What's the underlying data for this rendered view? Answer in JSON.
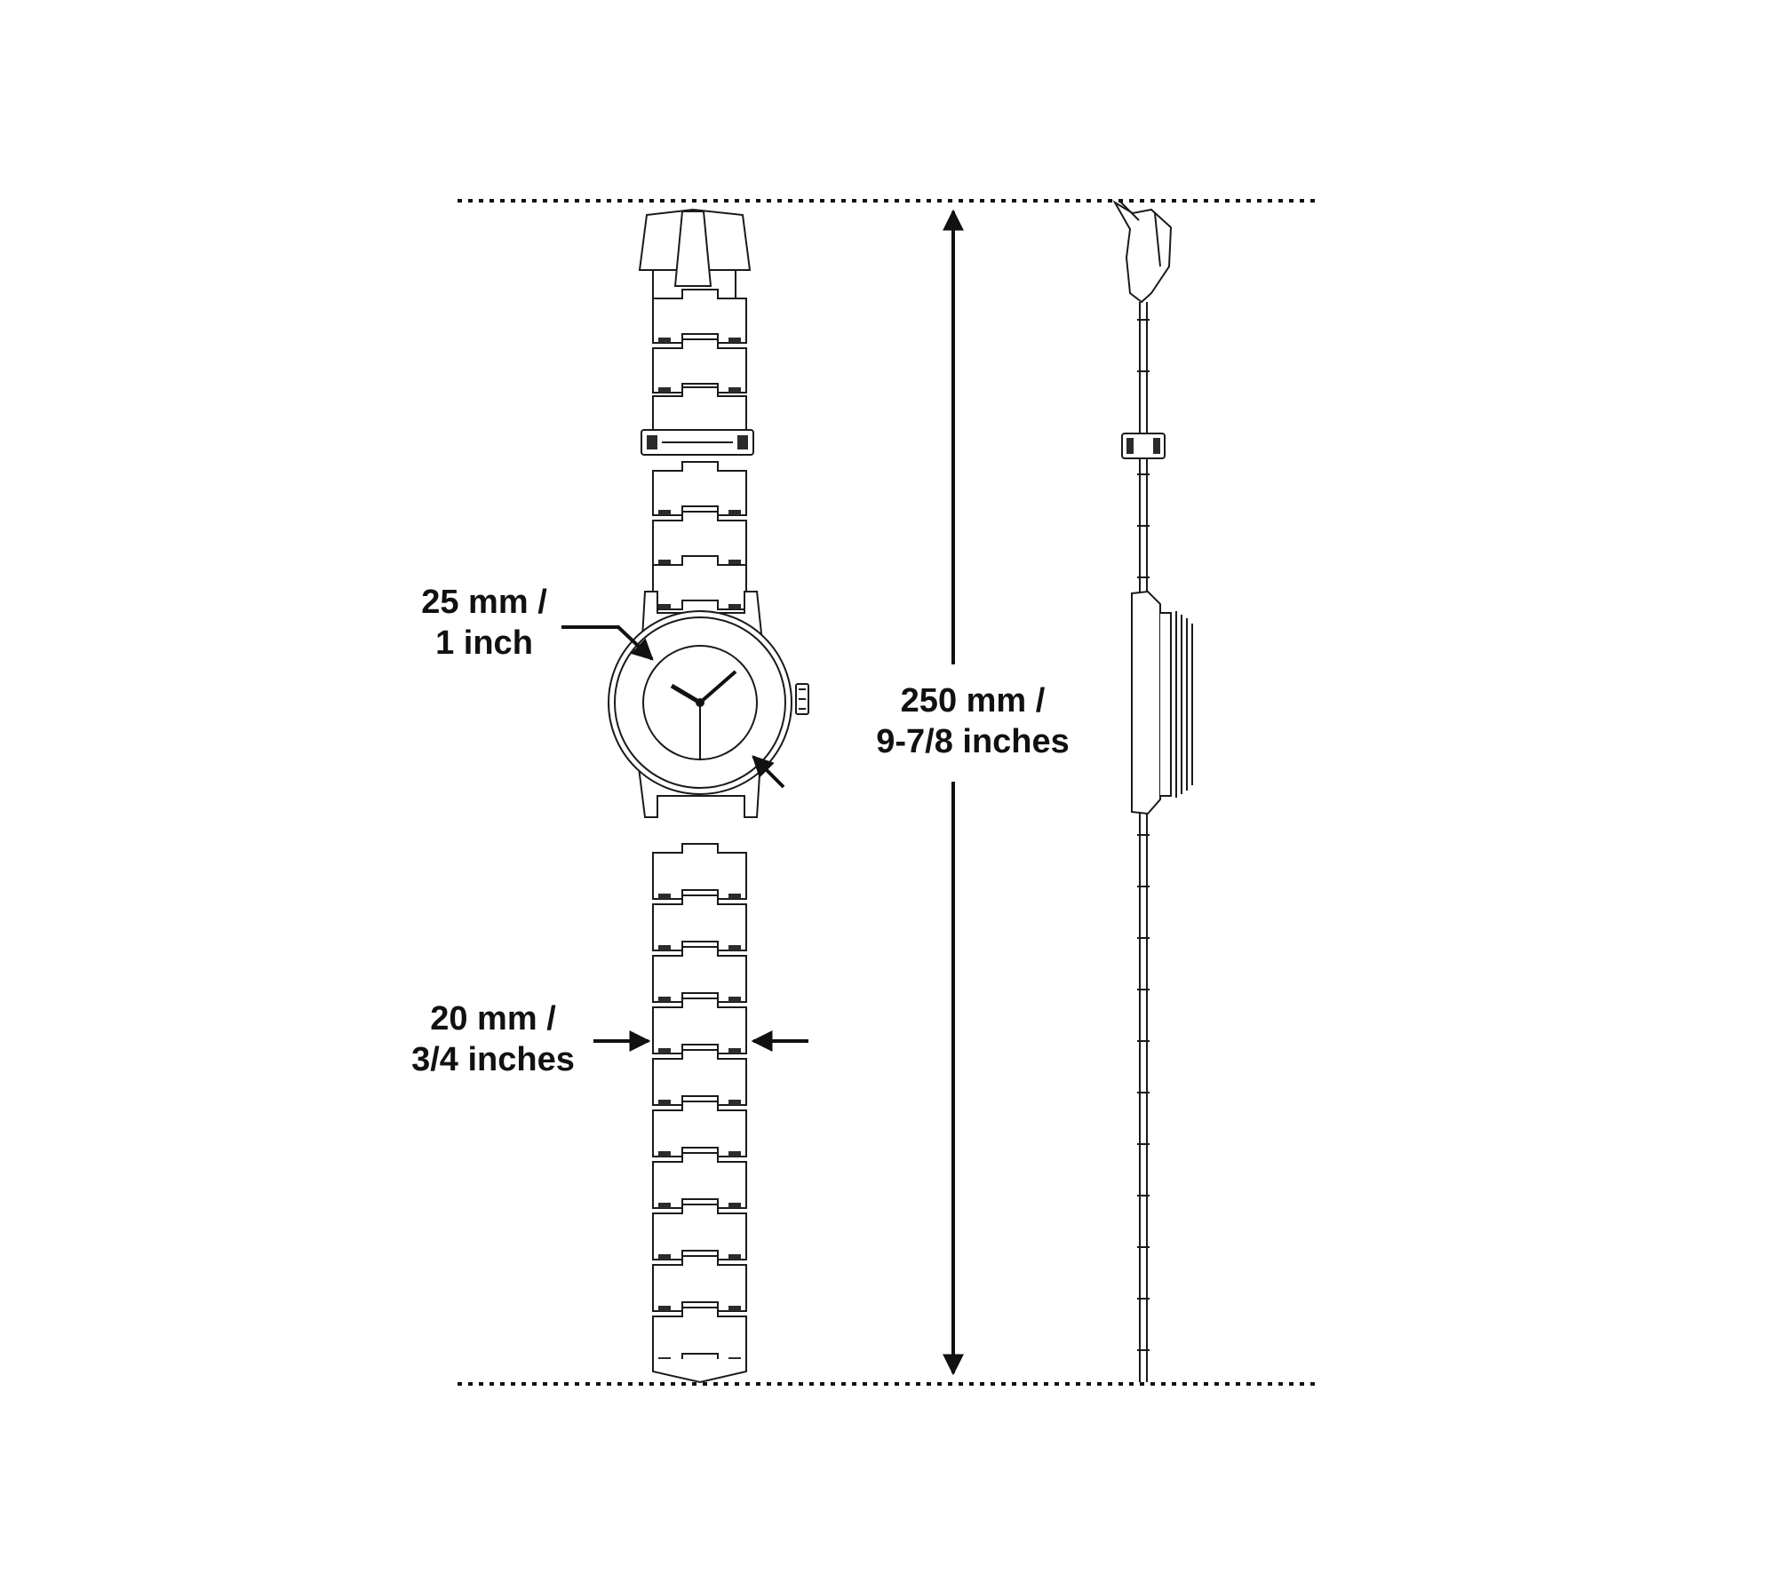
{
  "dimensions": {
    "case": {
      "line1": "25 mm /",
      "line2": "1 inch"
    },
    "total_length": {
      "line1": "250 mm /",
      "line2": "9-7/8 inches"
    },
    "band_width": {
      "line1": "20 mm /",
      "line2": "3/4 inches"
    }
  },
  "colors": {
    "line": "#1a1a1a",
    "fill": "#ffffff",
    "dark": "#2b2b2b"
  }
}
